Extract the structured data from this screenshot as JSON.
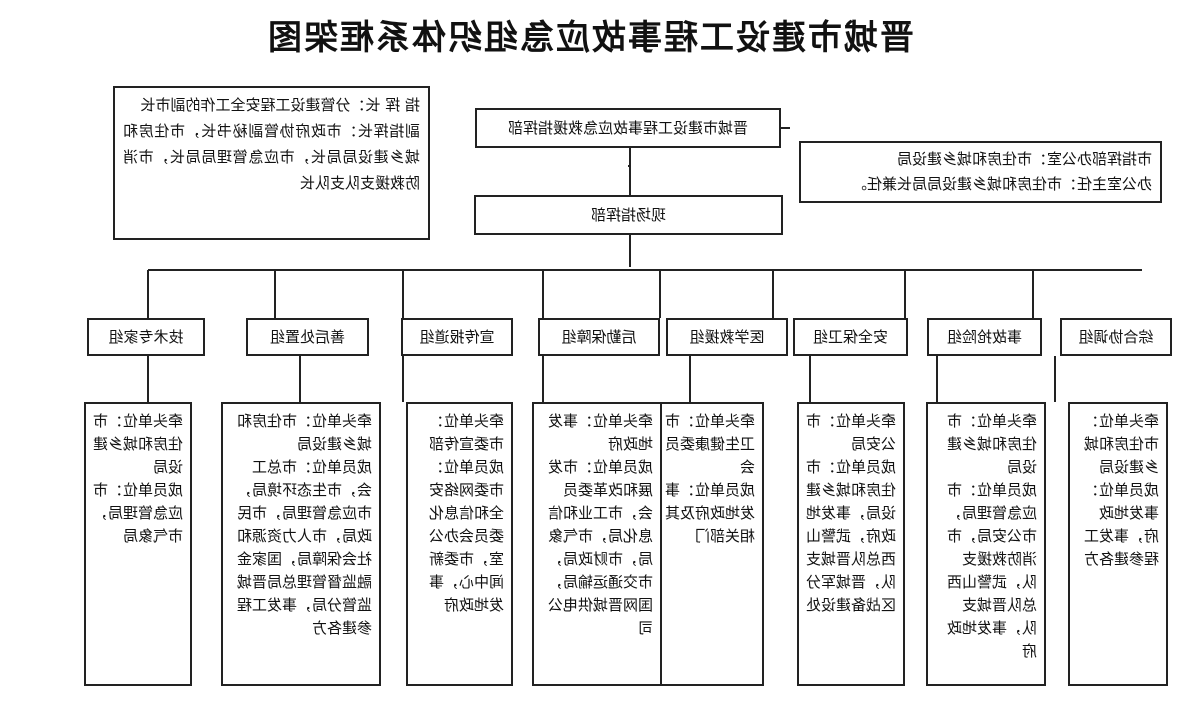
{
  "title": "晋城市建设工程事故应急组织体系框架图",
  "command_hq": "晋城市建设工程事故应急救援指挥部",
  "commander_note": "指 挥 长：分管建设工程安全工作的副市长\n副指挥长：市政府协管副秘书长，市住房和城乡建设局局长，市应急管理局局长，市消防救援支队支队长",
  "office_note": "市指挥部办公室：市住房和城乡建设局\n办公室主任：市住房和城乡建设局局长兼任。",
  "onsite_hq": "现场指挥部",
  "groups": [
    {
      "name": "综合协调组",
      "detail": "牵头单位：市住房和城乡建设局\n成员单位：事发地政府，事发工程参建各方"
    },
    {
      "name": "事故抢险组",
      "detail": "牵头单位：市住房和城乡建设局\n成员单位：市应急管理局，市公安局，市消防救援支队，武警山西总队晋城支队，事发地政府"
    },
    {
      "name": "安全保卫组",
      "detail": "牵头单位：市公安局\n成员单位：市住房和城乡建设局，事发地政府，武警山西总队晋城支队，晋城军分区战备建设处"
    },
    {
      "name": "医学救援组",
      "detail": "牵头单位：市卫生健康委员会\n成员单位：事发地政府及其相关部门"
    },
    {
      "name": "后勤保障组",
      "detail": "牵头单位：事发地政府\n成员单位：市发展和改革委员会，市工业和信息化局，市气象局，市财政局，市交通运输局，国网晋城供电公司"
    },
    {
      "name": "宣传报道组",
      "detail": "牵头单位：市委宣传部\n成员单位：市委网络安全和信息化委员会办公室，市委新闻中心，事发地政府"
    },
    {
      "name": "善后处置组",
      "detail": "牵头单位：市住房和城乡建设局\n成员单位：市总工会，市生态环境局，市应急管理局，市民政局，市人力资源和社会保障局，国家金融监督管理总局晋城监管分局，事发工程参建各方"
    },
    {
      "name": "技术专家组",
      "detail": "牵头单位：市住房和城乡建设局\n成员单位：市应急管理局，市气象局"
    }
  ]
}
